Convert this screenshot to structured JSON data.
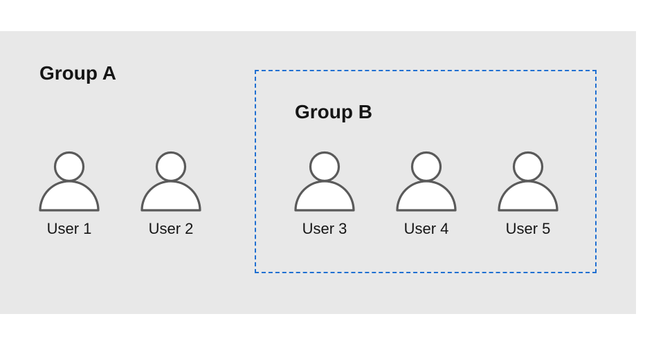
{
  "groups": {
    "a": {
      "title": "Group A"
    },
    "b": {
      "title": "Group B"
    }
  },
  "users": [
    {
      "label": "User 1",
      "group": "Group A"
    },
    {
      "label": "User 2",
      "group": "Group A"
    },
    {
      "label": "User 3",
      "group": "Group B"
    },
    {
      "label": "User 4",
      "group": "Group B"
    },
    {
      "label": "User 5",
      "group": "Group B"
    }
  ],
  "colors": {
    "panel_background": "#e8e8e8",
    "subgroup_border": "#1f6fd1",
    "icon_stroke": "#5a5a5a",
    "icon_fill": "#ffffff",
    "text": "#151515"
  },
  "icons": {
    "user": "user-icon"
  }
}
